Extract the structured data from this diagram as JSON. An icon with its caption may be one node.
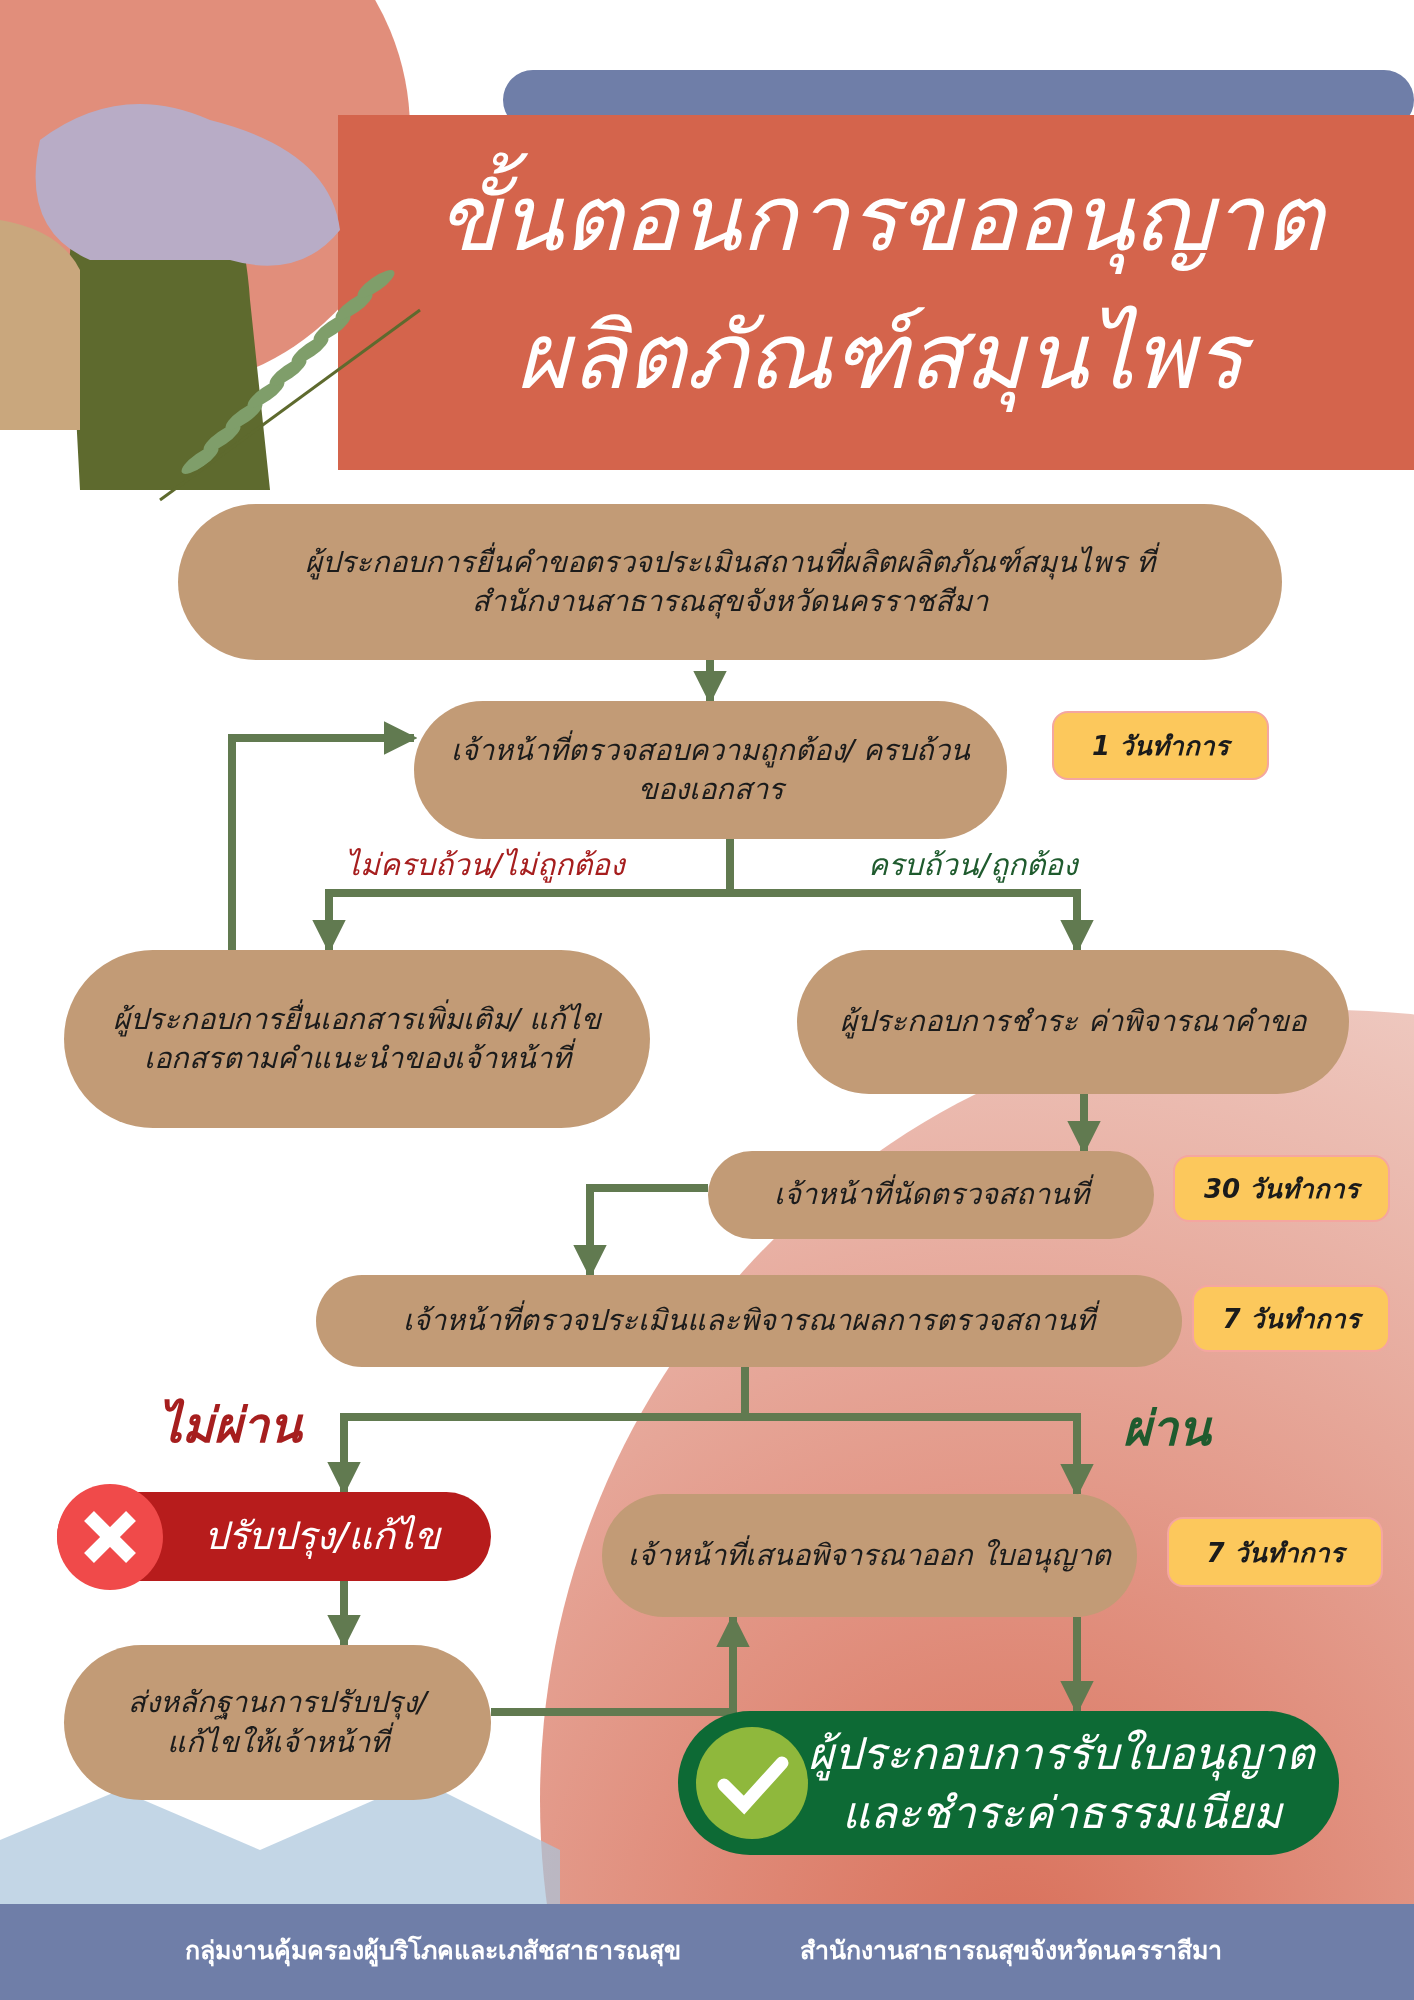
{
  "diagram": {
    "title": "ขั้นตอนการขออนุญาต ผลิตภัณฑ์สมุนไพร",
    "nodes": [
      {
        "text": [
          "ผู้ประกอบการยื่นคำขอตรวจประเมินสถานที่ผลิตผลิตภัณฑ์สมุนไพร ที่สำนักงานสาธารณสุขจังหวัดนครราชสีมา"
        ]
      },
      {
        "text": [
          "เจ้าหน้าที่ตรวจสอบความถูกต้อง/ ครบถ้วนของเอกสาร"
        ],
        "beside": [
          "1 วันทำการ"
        ]
      },
      {
        "text": [
          "ผู้ประกอบการยื่นเอกสารเพิ่มเติม/ แก้ไขเอกสรตามคำแนะนำของเจ้าหน้าที่"
        ]
      },
      {
        "text": [
          "ผู้ประกอบการชำระ ค่าพิจารณาคำขอ"
        ]
      },
      {
        "text": [
          "เจ้าหน้าที่นัดตรวจสถานที่"
        ],
        "beside": [
          "30 วันทำการ"
        ]
      },
      {
        "text": [
          "เจ้าหน้าที่ตรวจประเมินและพิจารณาผลการตรวจสถานที่"
        ],
        "beside": [
          "7 วันทำการ"
        ]
      },
      {
        "text": [
          "ปรับปรุง/แก้ไข"
        ]
      },
      {
        "text": [
          "ส่งหลักฐานการปรับปรุง/ แก้ไขให้เจ้าหน้าที่"
        ]
      },
      {
        "text": [
          "เจ้าหน้าที่เสนอพิจารณาออก ใบอนุญาต"
        ],
        "beside": [
          "7 วันทำการ"
        ]
      },
      {
        "text": [
          "ผู้ประกอบการรับใบอนุญาต และชำระค่าธรรมเนียม"
        ]
      }
    ],
    "edges": [
      {
        "from": 0,
        "to": 1,
        "arrow": "to"
      },
      {
        "from": 1,
        "to": 2,
        "arrow": "to",
        "label": "ไม่ครบถ้วน/ไม่ถูกต้อง"
      },
      {
        "from": 1,
        "to": 3,
        "arrow": "to",
        "label": "ครบถ้วน/ถูกต้อง"
      },
      {
        "from": 2,
        "to": 1,
        "arrow": "to"
      },
      {
        "from": 3,
        "to": 4,
        "arrow": "to"
      },
      {
        "from": 4,
        "to": 5,
        "arrow": "to"
      },
      {
        "from": 5,
        "to": 6,
        "arrow": "to",
        "label": "ไม่ผ่าน"
      },
      {
        "from": 5,
        "to": 8,
        "arrow": "to",
        "label": "ผ่าน"
      },
      {
        "from": 6,
        "to": 7,
        "arrow": "to"
      },
      {
        "from": 7,
        "to": 8,
        "arrow": "to"
      },
      {
        "from": 8,
        "to": 9,
        "arrow": "to"
      }
    ],
    "labels": [
      "กลุ่มงานคุ้มครองผู้บริโภคและเภสัชสาธารณสุข",
      "สำนักงานสาธารณสุขจังหวัดนครราสีมา"
    ]
  }
}
